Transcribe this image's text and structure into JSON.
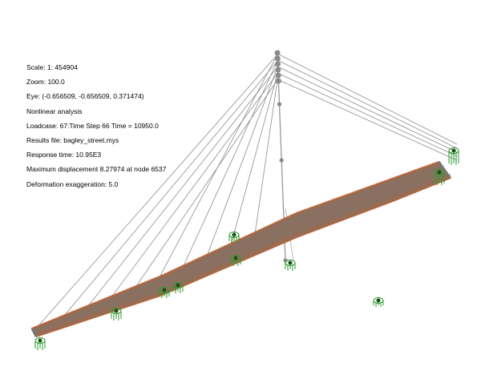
{
  "info": {
    "scale": "Scale: 1: 454904",
    "zoom": "Zoom: 100.0",
    "eye": "Eye: (-0.656509, -0.656509, 0.371474)",
    "analysis": "Nonlinear analysis",
    "loadcase": "Loadcase: 67:Time Step 66 Time = 10950.0",
    "results_file": "Results file: bagley_street.mys",
    "response_time": "Response time: 10.95E3",
    "max_displacement": "Maximum displacement 8.27974 at node 6537",
    "deformation": "Deformation exaggeration: 5.0"
  },
  "colors": {
    "deck": "#8a7060",
    "deck_edge": "#b5643a",
    "cable": "#8c8c8c",
    "support": "#2e9a2e"
  }
}
